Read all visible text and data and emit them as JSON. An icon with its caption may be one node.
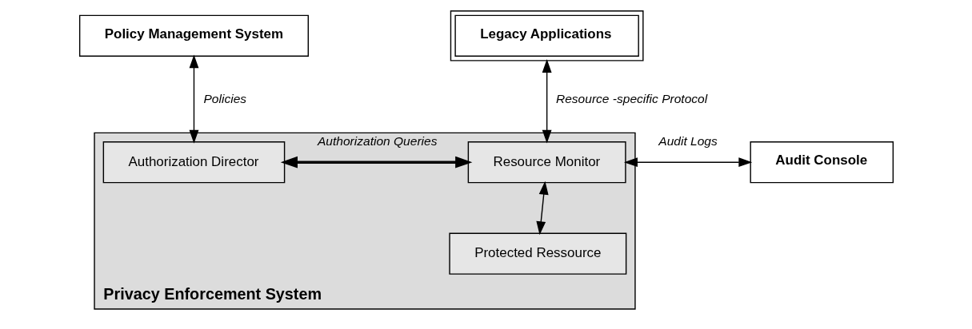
{
  "diagram": {
    "nodes": [
      {
        "text": [
          "Policy Management System"
        ]
      },
      {
        "text": [
          "Legacy Applications"
        ]
      },
      {
        "text": [
          "Privacy Enforcement System"
        ]
      },
      {
        "text": [
          "Authorization Director"
        ],
        "in": 2
      },
      {
        "text": [
          "Resource Monitor"
        ],
        "in": 2
      },
      {
        "text": [
          "Protected Ressource"
        ],
        "in": 2
      },
      {
        "text": [
          "Audit Console"
        ]
      }
    ],
    "edges": [
      {
        "from": 0,
        "to": 3,
        "arrow": "both",
        "label": "Policies"
      },
      {
        "from": 1,
        "to": 4,
        "arrow": "both",
        "label": "Resource -specific Protocol"
      },
      {
        "from": 3,
        "to": 4,
        "arrow": "both",
        "label": "Authorization Queries",
        "style": "thick"
      },
      {
        "from": 4,
        "to": 5,
        "arrow": "both"
      },
      {
        "from": 4,
        "to": 6,
        "arrow": "both",
        "label": "Audit Logs"
      }
    ]
  }
}
